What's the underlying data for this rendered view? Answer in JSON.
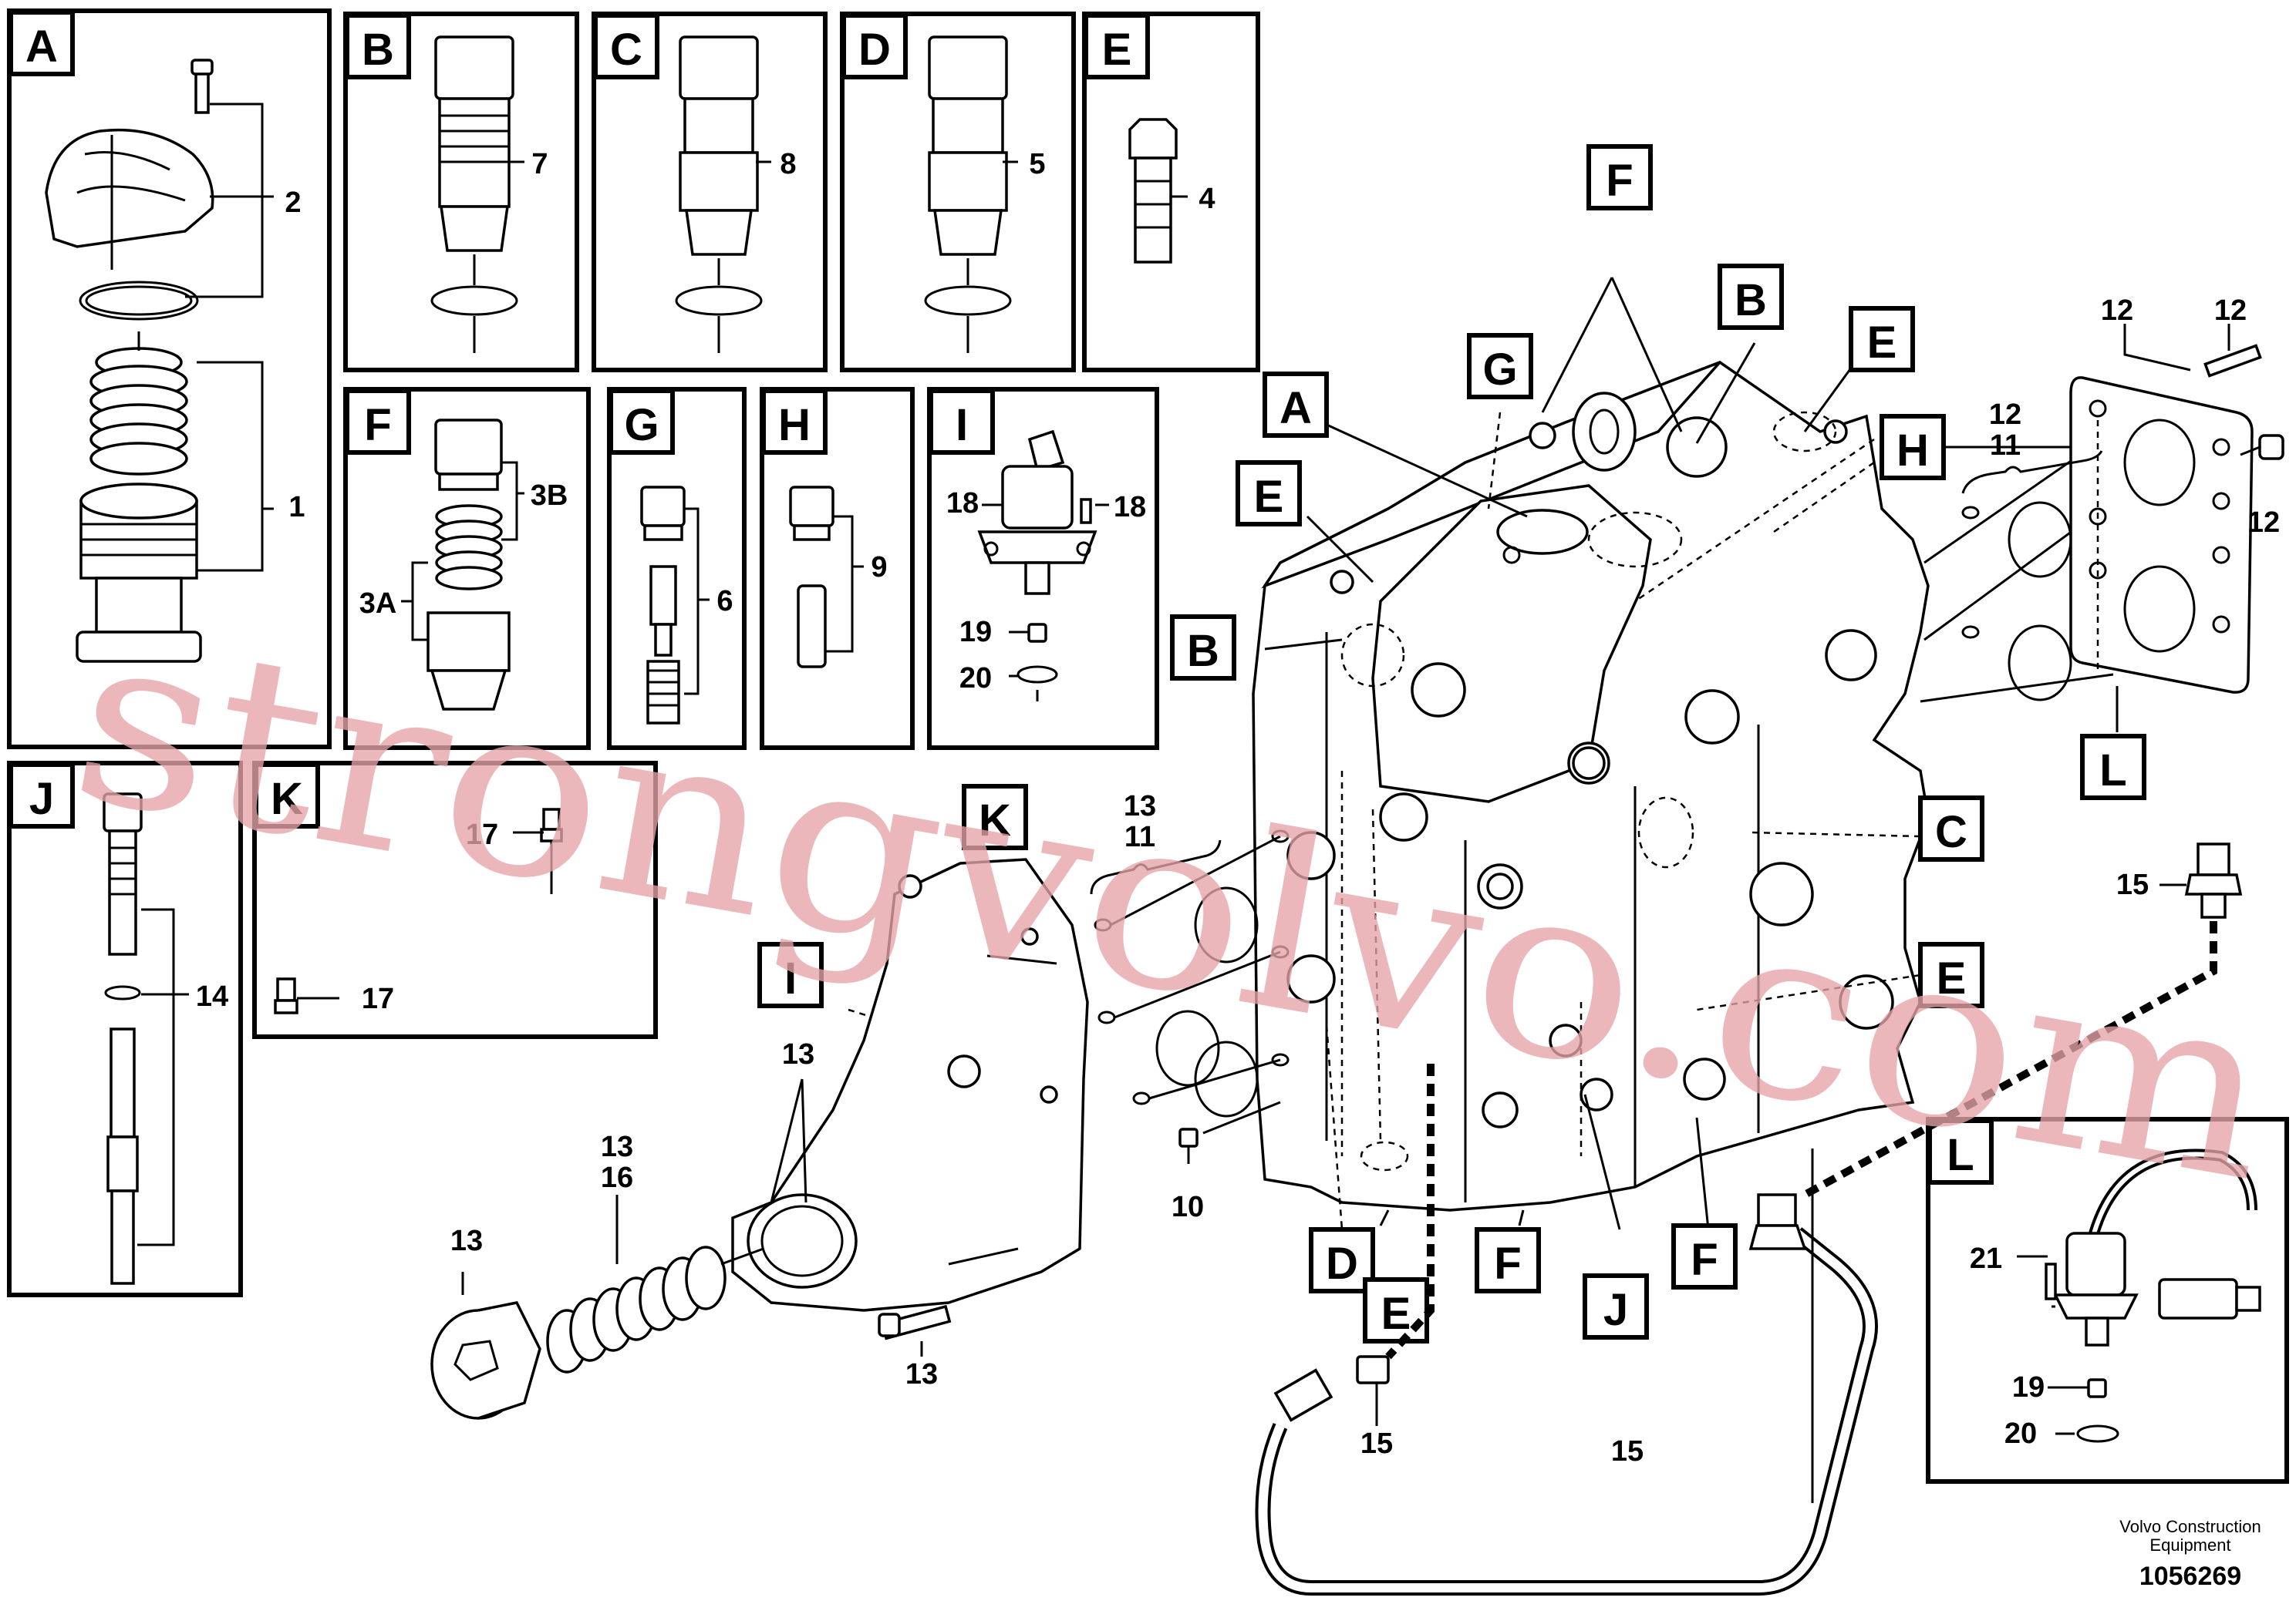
{
  "panels": {
    "A": "A",
    "B": "B",
    "C": "C",
    "D": "D",
    "E": "E",
    "F": "F",
    "G": "G",
    "H": "H",
    "I": "I",
    "J": "J",
    "K": "K",
    "L": "L"
  },
  "callouts": {
    "n1": "1",
    "n2": "2",
    "n3A": "3A",
    "n3B": "3B",
    "n4": "4",
    "n5": "5",
    "n6": "6",
    "n7": "7",
    "n8": "8",
    "n9": "9",
    "n10": "10",
    "n11": "11",
    "n12": "12",
    "n13": "13",
    "n14": "14",
    "n15": "15",
    "n16": "16",
    "n17": "17",
    "n18": "18",
    "n19": "19",
    "n20": "20",
    "n21": "21"
  },
  "footer": {
    "company_line1": "Volvo Construction",
    "company_line2": "Equipment",
    "drawing_number": "1056269"
  },
  "watermark": "strongvolvo.com"
}
